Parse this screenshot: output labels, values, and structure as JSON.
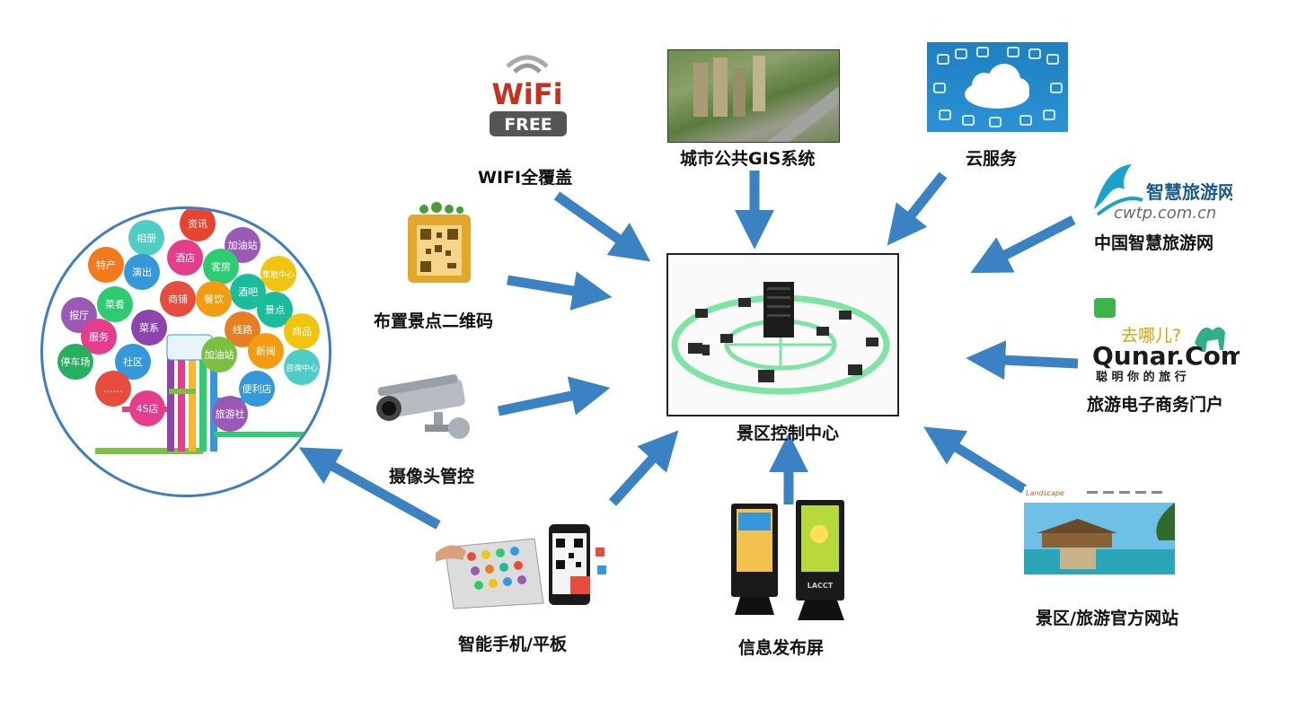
{
  "center": {
    "label": "景区控制中心"
  },
  "nodes": {
    "wifi": {
      "label": "WIFI全覆盖",
      "logo_top": "WiFi",
      "logo_bottom": "FREE"
    },
    "gis": {
      "label": "城市公共GIS系统"
    },
    "cloud": {
      "label": "云服务"
    },
    "cwtp": {
      "label": "中国智慧旅游网",
      "brand": "智慧旅游网",
      "domain": "cwtp.com.cn"
    },
    "qr": {
      "label": "布置景点二维码"
    },
    "qunar": {
      "label": "旅游电子商务门户",
      "slogan": "去哪儿?",
      "brand": "Qunar.Com",
      "tagline": "聪 明 你 的 旅 行"
    },
    "camera": {
      "label": "摄像头管控"
    },
    "website": {
      "label": "景区/旅游官方网站",
      "site_logo": "Landscape"
    },
    "mobile": {
      "label": "智能手机/平板"
    },
    "kiosk": {
      "label": "信息发布屏",
      "screen_brand": "LACCT"
    }
  },
  "tree": {
    "bubbles": [
      "资讯",
      "相册",
      "特产",
      "加油站",
      "酒店",
      "客房",
      "集散中心",
      "演出",
      "酒吧",
      "报厅",
      "菜肴",
      "商铺",
      "餐饮",
      "景点",
      "菜系",
      "线路",
      "商品",
      "服务",
      "停车场",
      "社区",
      "新闻",
      "加油站",
      "咨询中心",
      "……",
      "便利店",
      "4S店",
      "旅游社"
    ]
  },
  "colors": {
    "arrow": "#3a82c4",
    "circle_border": "#3c7ec0",
    "network_ring": "#7fe3a6"
  }
}
